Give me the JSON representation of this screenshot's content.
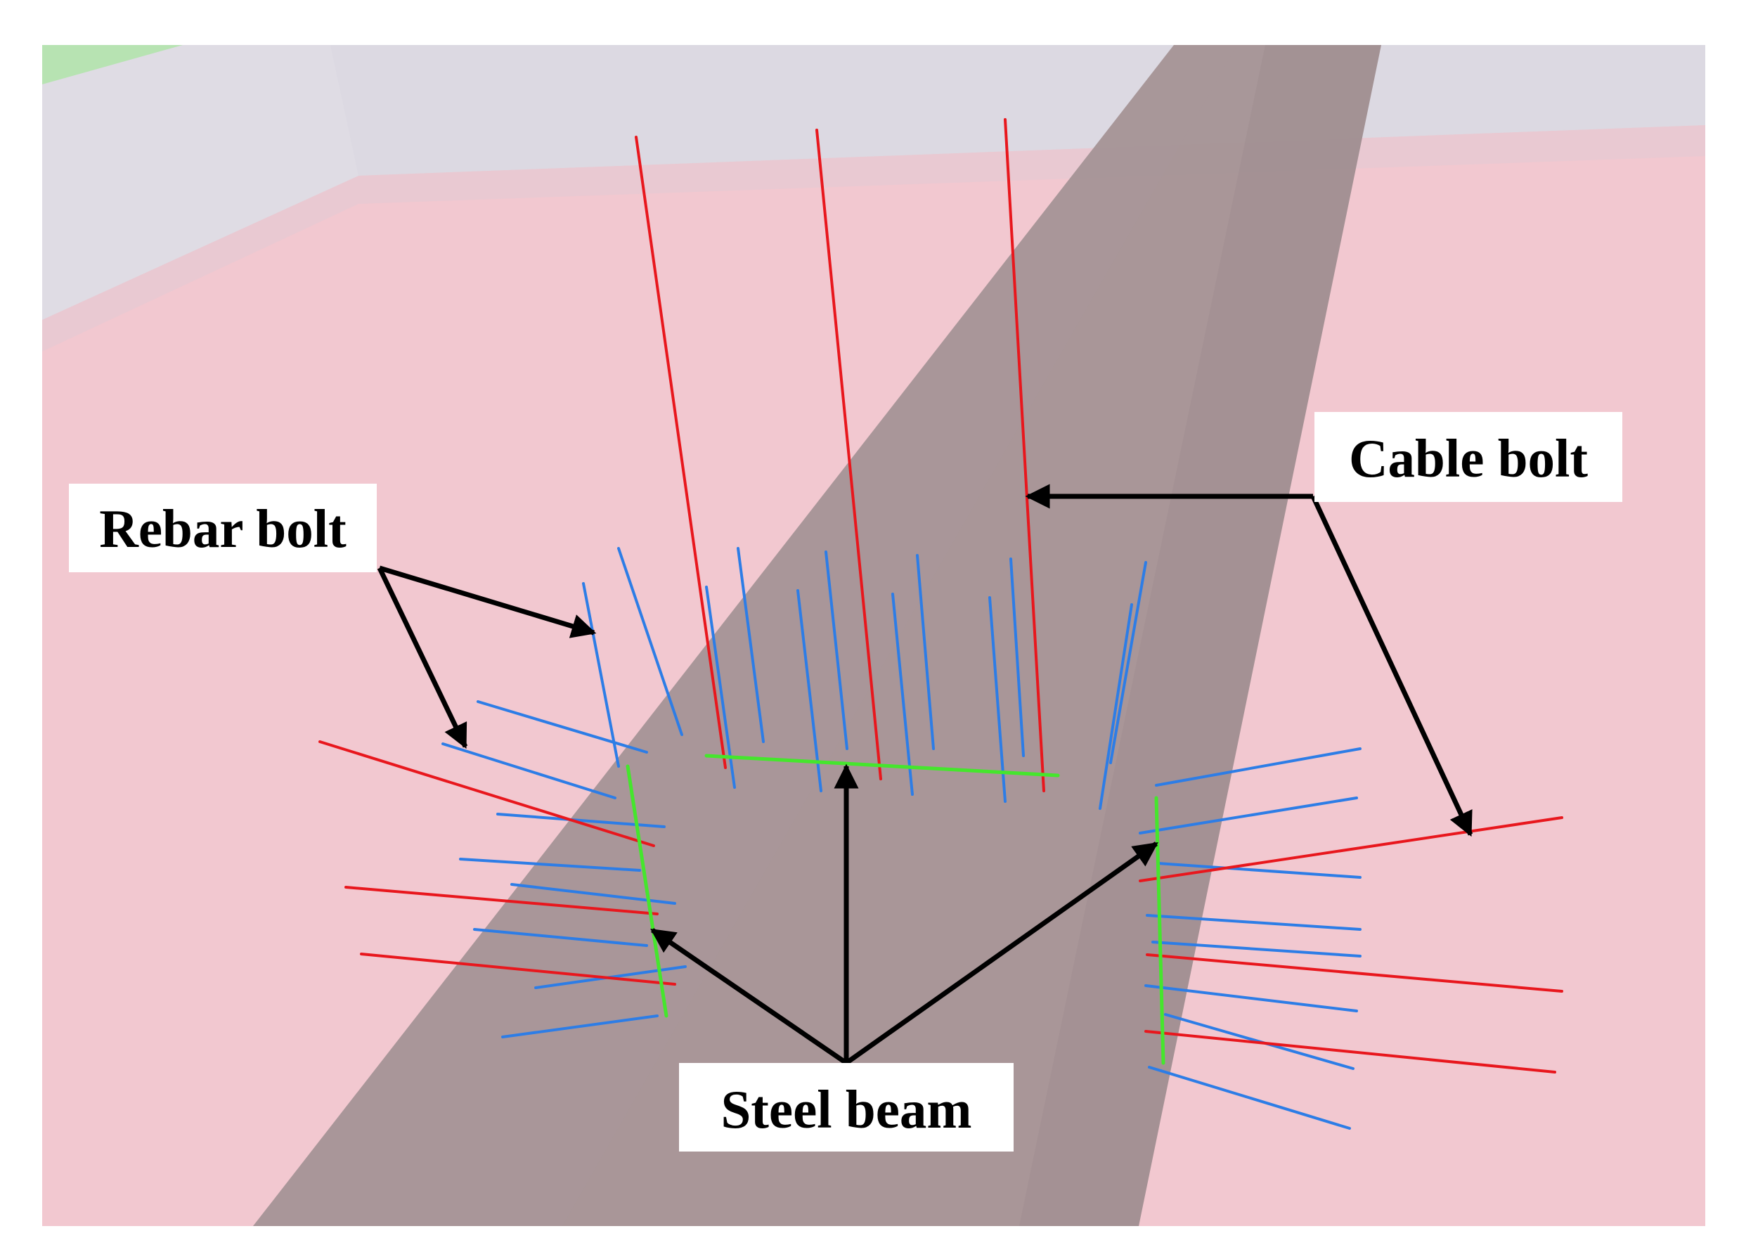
{
  "labels": {
    "rebar_bolt": "Rebar bolt",
    "cable_bolt": "Cable bolt",
    "steel_beam": "Steel beam"
  },
  "colors": {
    "background_pink": "#f2c8d0",
    "upper_wall": "#dcd9e2",
    "green_corner": "#b7e3b2",
    "roadway_shadow": "#a49395",
    "rebar_bolt": "#2d7de6",
    "cable_bolt": "#e8171d",
    "steel_beam": "#45e62d",
    "arrow": "#000000"
  }
}
